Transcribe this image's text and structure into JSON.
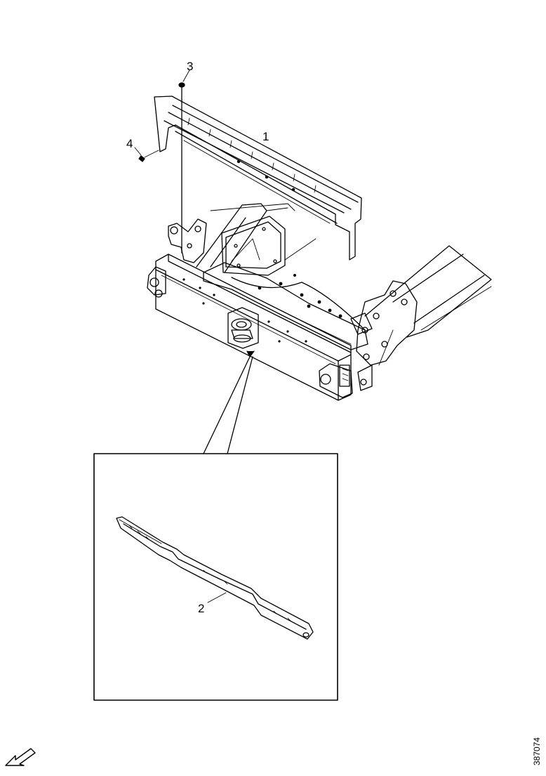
{
  "callouts": {
    "c1": "1",
    "c2": "2",
    "c3": "3",
    "c4": "4"
  },
  "document_number": "387074",
  "colors": {
    "line": "#000000",
    "background": "#ffffff"
  },
  "icons": {
    "orientation_arrow": "front-direction-arrow-icon"
  }
}
